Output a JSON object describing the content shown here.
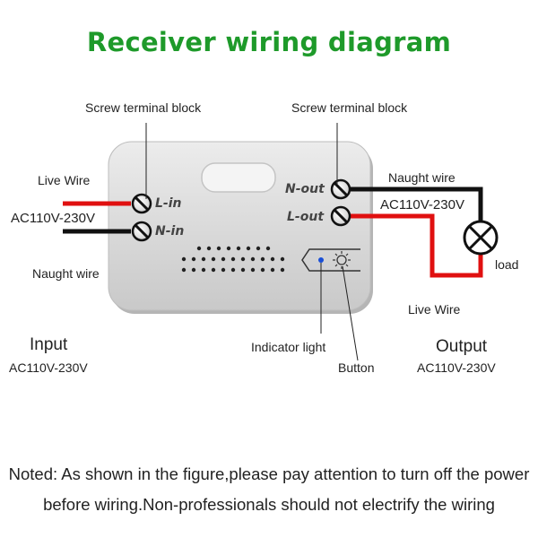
{
  "title": "Receiver wiring diagram",
  "labels": {
    "screw_terminal_left": "Screw terminal block",
    "screw_terminal_right": "Screw terminal block",
    "live_wire_in": "Live Wire",
    "ac_in": "AC110V-230V",
    "naught_wire_in": "Naught wire",
    "naught_wire_out": "Naught wire",
    "ac_out": "AC110V-230V",
    "load": "load",
    "live_wire_out": "Live Wire",
    "indicator_light": "Indicator light",
    "button": "Button"
  },
  "terminals": {
    "l_in": "L-in",
    "n_in": "N-in",
    "n_out": "N-out",
    "l_out": "L-out"
  },
  "input": {
    "heading": "Input",
    "voltage": "AC110V-230V"
  },
  "output": {
    "heading": "Output",
    "voltage": "AC110V-230V"
  },
  "note": {
    "line1": "Noted: As shown in the figure,please pay attention to turn off the power",
    "line2": "before wiring.Non-professionals should not electrify the wiring"
  },
  "colors": {
    "title": "#1e9a2a",
    "live_wire": "#e01010",
    "neutral_wire": "#111111",
    "indicator": "#1a4fd6",
    "device_body": "#d9d9d9"
  }
}
